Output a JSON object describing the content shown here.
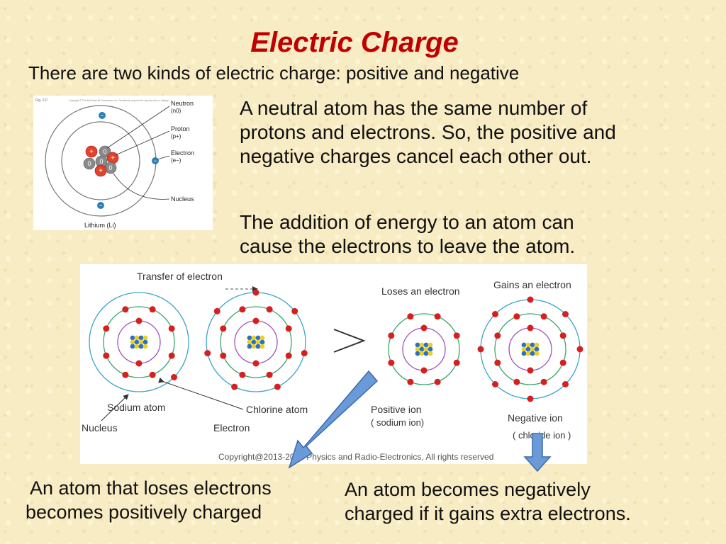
{
  "slide": {
    "title": "Electric Charge",
    "subtitle": "There are two kinds of electric charge: positive and negative",
    "paragraph_1": [
      "A neutral atom has the same number of",
      "protons and electrons. So, the positive and",
      "negative charges cancel each other out."
    ],
    "paragraph_2": [
      "The addition of energy to an atom can",
      "cause the electrons to leave the atom."
    ],
    "caption_left": [
      " An atom that loses electrons",
      "becomes positively charged"
    ],
    "caption_right": [
      "An atom becomes negatively",
      "charged if it gains extra electrons."
    ]
  },
  "lithium_figure": {
    "fig_label": "Fig. 2.0",
    "copyright": "Copyright © The McGraw-Hill Companies, Inc. Permission required for reproduction or display.",
    "labels": {
      "neutron": "Neutron",
      "neutron_sym": "(n0)",
      "proton": "Proton",
      "proton_sym": "(p+)",
      "electron": "Electron",
      "electron_sym": "(e−)",
      "nucleus": "Nucleus"
    },
    "caption": "Lithium (Li)",
    "nucleus_signs": {
      "proton": "+",
      "neutron": "0"
    },
    "electron_sign": "−"
  },
  "ion_figure": {
    "transfer_label": "Transfer of electron",
    "loses_label": "Loses an electron",
    "gains_label": "Gains an electron",
    "sodium_label": "Sodium atom",
    "chlorine_label": "Chlorine atom",
    "nucleus_label": "Nucleus",
    "electron_label": "Electron",
    "positive_ion_label": "Positive ion",
    "positive_ion_sub": "( sodium ion)",
    "negative_ion_label": "Negative ion",
    "negative_ion_sub": "( chloride ion )",
    "copyright": "Copyright@2013-2015 Physics and Radio-Electronics, All rights reserved"
  },
  "colors": {
    "title": "#c00000",
    "electron_red": "#d91e1e",
    "electron_blue": "#2a7fb8",
    "proton": "#e0442a",
    "neutron": "#8a8a8a",
    "orbit_cyan": "#3aa6c8",
    "orbit_green": "#3aa66a",
    "orbit_purple": "#a050c0",
    "arrow_blue": "#6a9ad8"
  }
}
